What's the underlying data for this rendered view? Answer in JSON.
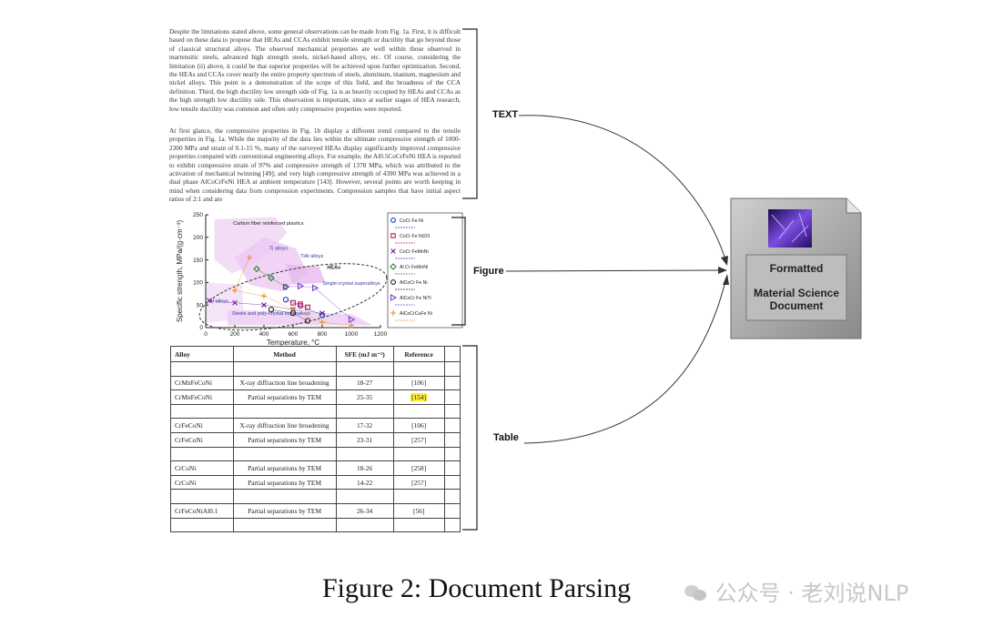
{
  "paragraphs": {
    "p1": "Despite the limitations stated above, some general observations can be made from Fig. 1a. First, it is difficult based on these data to propose that HEAs and CCAs exhibit tensile strength or ductility that go beyond those of classical structural alloys. The observed mechanical properties are well within those observed in martensitic steels, advanced high strength steels, nickel-based alloys, etc. Of course, considering the limitation (ii) above, it could be that superior properties will be achieved upon further optimization. Second, the HEAs and CCAs cover nearly the entire property spectrum of steels, aluminum, titanium, magnesium and nickel alloys. This point is a demonstration of the scope of this field, and the broadness of the CCA definition. Third, the high ductility low strength side of Fig. 1a is as heavily occupied by HEAs and CCAs as the high strength low ductility side. This observation is important, since at earlier stages of HEA research, low tensile ductility was common and often only compressive properties were reported.",
    "p2": "At first glance, the compressive properties in Fig. 1b display a different trend compared to the tensile properties in Fig. 1a. While the majority of the data lies within the ultimate compressive strength of 1000-2300 MPa and strain of 0.1-15 %, many of the surveyed HEAs display significantly improved compressive properties compared with conventional engineering alloys. For example, the Al0.5CoCrFeNi HEA is reported to exhibit compressive strain of 97% and compressive strength of 1378 MPa, which was attributed to the activation of mechanical twinning [49]; and very high compressive strength of 4390 MPa was achieved in a dual phase AlCoCrFeNi HEA at ambient temperature [143]. However, several points are worth keeping in mind when considering data from compression experiments. Compression samples that have initial aspect ratios of 2:1 and are"
  },
  "labels": {
    "text": "TEXT",
    "figure": "Figure",
    "table": "Table"
  },
  "output_doc": {
    "line1": "Formatted",
    "line2": "Material Science",
    "line3": "Document"
  },
  "caption": "Figure 2: Document Parsing",
  "watermark": "公众号 · 老刘说NLP",
  "chart_data": {
    "type": "scatter",
    "xlabel": "Temperature, °C",
    "ylabel": "Specific strength, MPa/(g·cm⁻³)",
    "xlim": [
      0,
      1200
    ],
    "ylim": [
      0,
      250
    ],
    "xticks": [
      "0",
      "200",
      "400",
      "600",
      "800",
      "1000",
      "1200"
    ],
    "yticks": [
      "0",
      "50",
      "100",
      "150",
      "200",
      "250"
    ],
    "region_labels": [
      "Carbon fiber reinforced plastics",
      "Ti alloys",
      "TiAl alloys",
      "HEAs",
      "Single-crystal superalloys",
      "Al alloys",
      "Steels and poly-crystal superalloys"
    ],
    "legend": [
      "CoCr Fe Ni",
      "CoCr Fe Ni2/3",
      "CoCr FeMnNi",
      "Al Cr FeMnNi",
      "AlCoCr Fe Ni",
      "AlCoCr Fe NiTi",
      "AlCoCrCuFe Ni"
    ],
    "legend_colors": [
      "#1a3fb5",
      "#c2185b",
      "#6a1b9a",
      "#2e7d32",
      "#222222",
      "#7b3fd6",
      "#f08c1e"
    ],
    "series": [
      {
        "name": "CoCr Fe Ni",
        "color": "#1a3fb5",
        "marker": "circle",
        "points": [
          [
            550,
            62
          ],
          [
            650,
            48
          ],
          [
            800,
            28
          ]
        ]
      },
      {
        "name": "CoCr Fe Ni2/3",
        "color": "#c2185b",
        "marker": "square",
        "points": [
          [
            600,
            55
          ],
          [
            650,
            52
          ],
          [
            700,
            45
          ]
        ]
      },
      {
        "name": "CoCr FeMnNi",
        "color": "#6a1b9a",
        "marker": "x",
        "points": [
          [
            25,
            60
          ],
          [
            200,
            55
          ],
          [
            400,
            50
          ],
          [
            600,
            40
          ],
          [
            800,
            32
          ]
        ]
      },
      {
        "name": "Al Cr FeMnNi",
        "color": "#2e7d32",
        "marker": "diamond",
        "points": [
          [
            350,
            130
          ],
          [
            450,
            110
          ],
          [
            550,
            90
          ]
        ]
      },
      {
        "name": "AlCoCr Fe Ni",
        "color": "#222222",
        "marker": "circle",
        "points": [
          [
            450,
            40
          ],
          [
            600,
            32
          ],
          [
            700,
            15
          ]
        ]
      },
      {
        "name": "AlCoCr Fe NiTi",
        "color": "#7b3fd6",
        "marker": "triangle",
        "points": [
          [
            550,
            90
          ],
          [
            650,
            92
          ],
          [
            750,
            88
          ],
          [
            1000,
            18
          ]
        ]
      },
      {
        "name": "AlCoCrCuFe Ni",
        "color": "#f08c1e",
        "marker": "plus",
        "points": [
          [
            300,
            155
          ],
          [
            200,
            82
          ],
          [
            400,
            70
          ],
          [
            600,
            40
          ],
          [
            800,
            12
          ],
          [
            1000,
            5
          ]
        ]
      }
    ]
  },
  "table": {
    "headers": [
      "Alloy",
      "Method",
      "SFE (mJ m⁻²)",
      "Reference"
    ],
    "rows": [
      [
        "",
        "",
        "",
        ""
      ],
      [
        "CrMnFeCoNi",
        "X-ray diffraction line broadening",
        "18-27",
        "[106]"
      ],
      [
        "CrMnFeCoNi",
        "Partial separations by TEM",
        "25-35",
        "[154]"
      ],
      [
        "",
        "",
        "",
        ""
      ],
      [
        "CrFeCoNi",
        "X-ray diffraction line broadening",
        "17-32",
        "[106]"
      ],
      [
        "CrFeCoNi",
        "Partial separations by TEM",
        "23-31",
        "[257]"
      ],
      [
        "",
        "",
        "",
        ""
      ],
      [
        "CrCoNi",
        "Partial separations by TEM",
        "18-26",
        "[258]"
      ],
      [
        "CrCoNi",
        "Partial separations by TEM",
        "14-22",
        "[257]"
      ],
      [
        "",
        "",
        "",
        ""
      ],
      [
        "CrFeCoNiAl0.1",
        "Partial separations by TEM",
        "26-34",
        "[56]"
      ],
      [
        "",
        "",
        "",
        ""
      ]
    ],
    "highlight_ref": "[154]"
  }
}
